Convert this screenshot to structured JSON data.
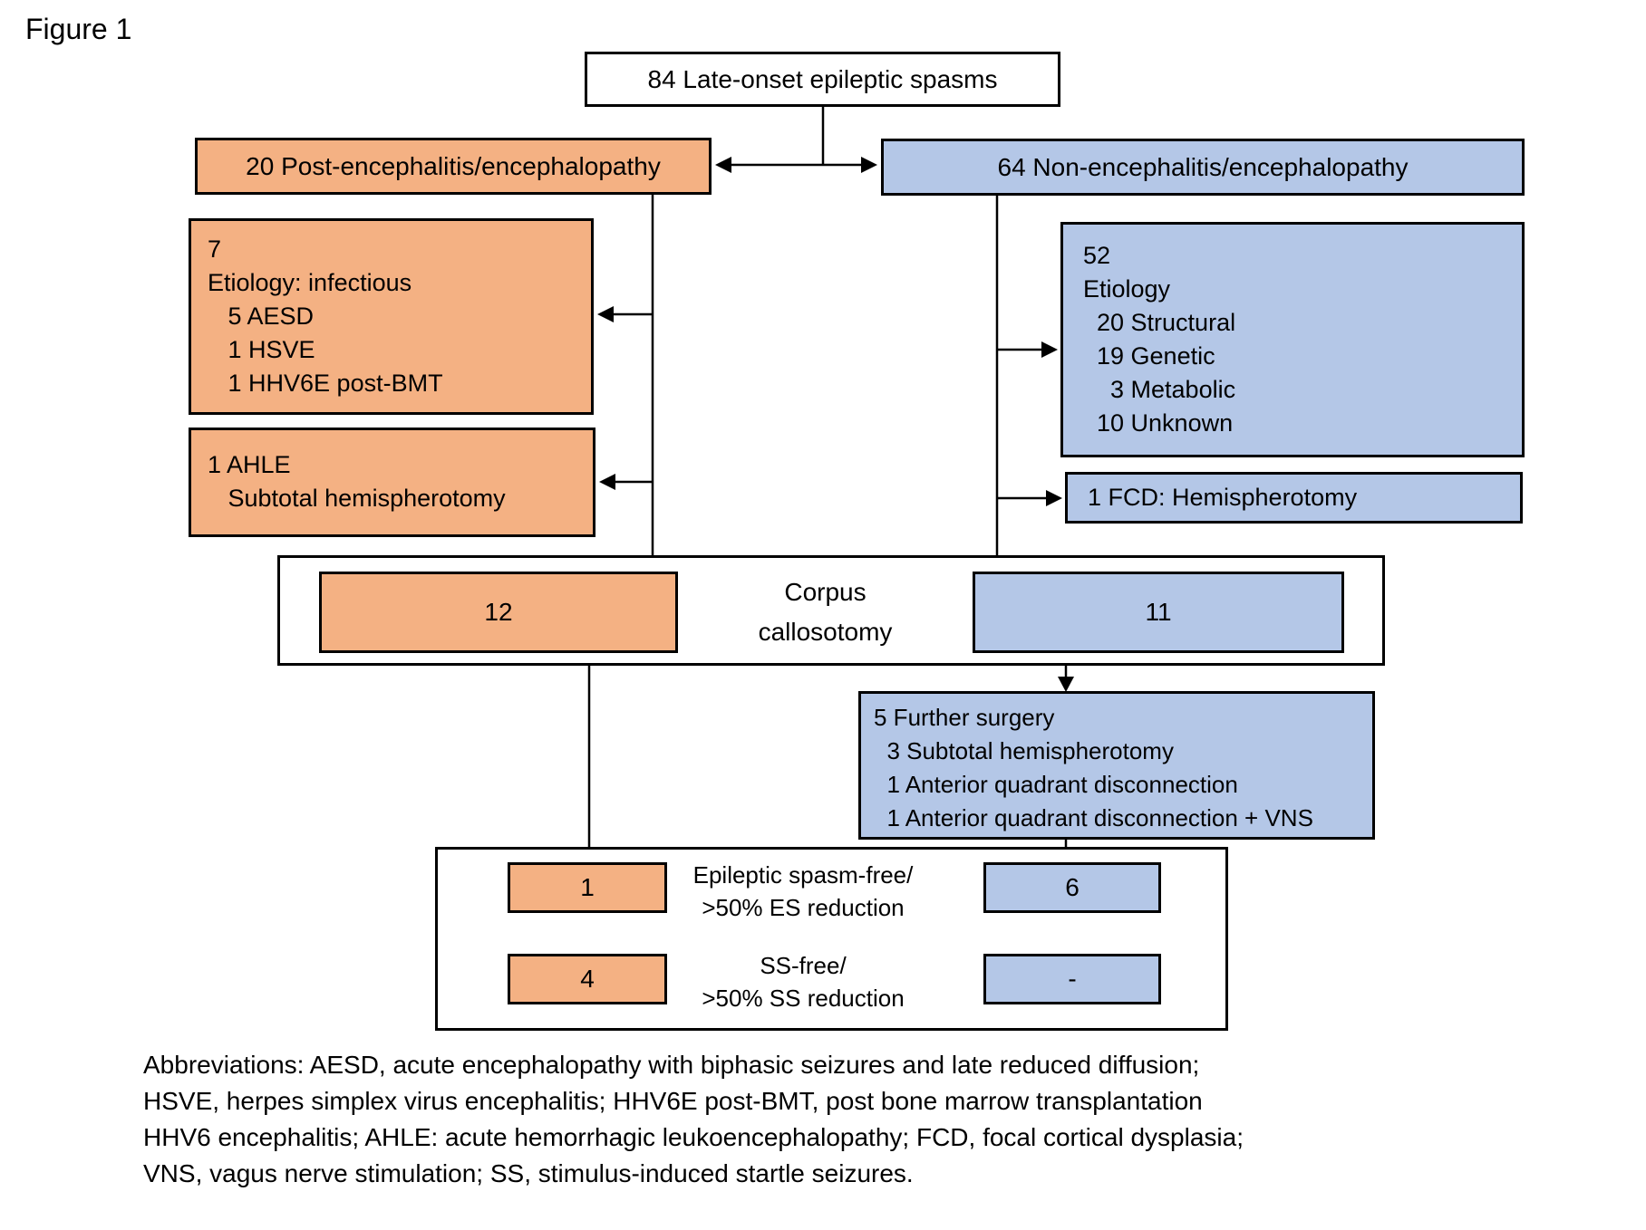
{
  "figure_label": "Figure 1",
  "colors": {
    "orange": "#F4B183",
    "blue": "#B4C7E7",
    "border": "#000000",
    "background": "#FFFFFF"
  },
  "root_box": {
    "text": "84 Late-onset epileptic spasms"
  },
  "left_branch": {
    "header": "20 Post-encephalitis/encephalopathy",
    "etiology_box": {
      "lines": [
        "7",
        "Etiology: infectious",
        "   5 AESD",
        "   1 HSVE",
        "   1 HHV6E post-BMT"
      ]
    },
    "ahle_box": {
      "lines": [
        "1 AHLE",
        "   Subtotal hemispherotomy"
      ]
    }
  },
  "right_branch": {
    "header": "64 Non-encephalitis/encephalopathy",
    "etiology_box": {
      "lines": [
        "52",
        "Etiology",
        "  20 Structural",
        "  19 Genetic",
        "    3 Metabolic",
        "  10 Unknown"
      ]
    },
    "fcd_box": {
      "text": "1 FCD: Hemispherotomy"
    }
  },
  "corpus_callosotomy": {
    "label": "Corpus\ncallosotomy",
    "left_count": "12",
    "right_count": "11"
  },
  "further_surgery": {
    "lines": [
      "5 Further surgery",
      "  3 Subtotal hemispherotomy",
      "  1 Anterior quadrant disconnection",
      "  1 Anterior quadrant disconnection + VNS"
    ]
  },
  "outcomes": {
    "rows": [
      {
        "left": "1",
        "label": "Epileptic spasm-free/\n>50% ES reduction",
        "right": "6"
      },
      {
        "left": "4",
        "label": "SS-free/\n>50% SS reduction",
        "right": "-"
      }
    ]
  },
  "abbreviations": "Abbreviations: AESD, acute encephalopathy with biphasic seizures and late reduced diffusion;\nHSVE, herpes simplex virus encephalitis; HHV6E post-BMT, post bone marrow transplantation\nHHV6 encephalitis; AHLE: acute hemorrhagic leukoencephalopathy; FCD, focal cortical dysplasia;\nVNS, vagus nerve stimulation; SS, stimulus-induced startle seizures."
}
